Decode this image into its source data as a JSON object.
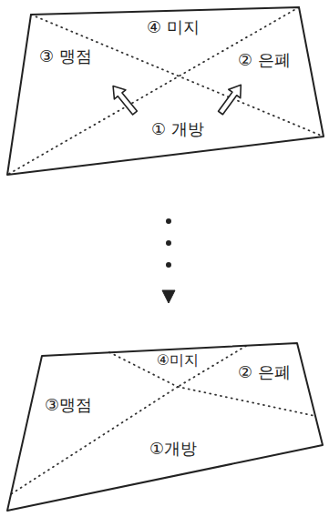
{
  "diagram": {
    "nodes": [
      {
        "text": [
          "④ 미지",
          "③ 맹점",
          "② 은폐",
          "① 개방"
        ]
      },
      {
        "text": [
          "④미지",
          "③맹점",
          "② 은폐",
          "①개방"
        ]
      }
    ],
    "edges": [
      {
        "from": 0,
        "to": 1,
        "arrow": "to"
      }
    ]
  }
}
